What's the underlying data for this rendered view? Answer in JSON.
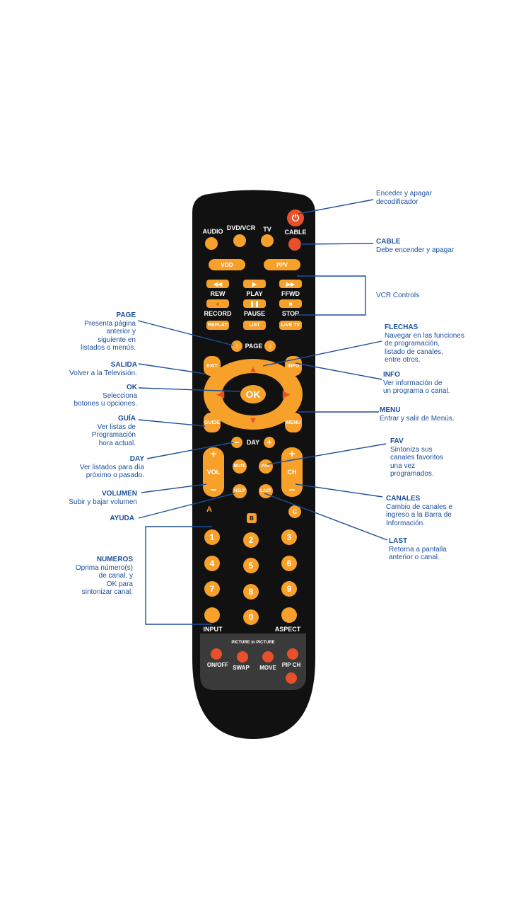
{
  "remote": {
    "top_labels": {
      "audio": "AUDIO",
      "dvd_vcr": "DVD/VCR",
      "tv": "TV",
      "cable": "CABLE"
    },
    "pills": {
      "vod": "VOD",
      "ppv": "PPV",
      "replay": "REPLAY",
      "list": "LIST",
      "live_tv": "LIVE TV"
    },
    "transport": {
      "rew": "REW",
      "play": "PLAY",
      "ffwd": "FFWD",
      "record": "RECORD",
      "pause": "PAUSE",
      "stop": "STOP"
    },
    "page": "PAGE",
    "nav": {
      "exit": "EXIT",
      "info": "INFO",
      "ok": "OK",
      "guide": "GUIDE",
      "menu": "MENU"
    },
    "day": "DAY",
    "vol": "VOL",
    "ch": "CH",
    "mute": "MUTE",
    "fav": "FAV",
    "help": "HELP",
    "last": "LAST",
    "abc": [
      "A",
      "B",
      "C"
    ],
    "numbers": [
      "1",
      "2",
      "3",
      "4",
      "5",
      "6",
      "7",
      "8",
      "9",
      "0"
    ],
    "input": "INPUT",
    "aspect": "ASPECT",
    "pip": {
      "title": "PICTURE in PICTURE",
      "on_off": "ON/OFF",
      "swap": "SWAP",
      "move": "MOVE",
      "pip_ch": "PIP CH"
    },
    "symbols": {
      "plus": "+",
      "minus": "−"
    }
  },
  "annotations": {
    "power": [
      "Enceder y apagar",
      "decodificador"
    ],
    "cable": {
      "title": "CABLE",
      "text": [
        "Debe encender y apagar"
      ]
    },
    "vcr": "VCR Controls",
    "page": {
      "title": "PAGE",
      "text": [
        "Presenta página",
        "anterior y",
        "siguiente en",
        "listados o menús."
      ]
    },
    "flechas": {
      "title": "FLECHAS",
      "text": [
        "Navegar en las funciones",
        "de programación,",
        "listado de canales,",
        "entre otros."
      ]
    },
    "salida": {
      "title": "SALIDA",
      "text": [
        "Volver a la Televisión."
      ]
    },
    "info": {
      "title": "INFO",
      "text": [
        "Ver información de",
        "un programa o canal."
      ]
    },
    "ok": {
      "title": "OK",
      "text": [
        "Selecciona",
        "botones u opciones."
      ]
    },
    "guia": {
      "title": "GUÍA",
      "text": [
        "Ver listas de",
        "Programación",
        "hora actual."
      ]
    },
    "menu": {
      "title": "MENU",
      "text": [
        "Entrar y salir de Menús."
      ]
    },
    "fav": {
      "title": "FAV",
      "text": [
        "Sintoniza sus",
        "canales favoritos",
        "una vez",
        "programados."
      ]
    },
    "day": {
      "title": "DAY",
      "text": [
        "Ver listados para día",
        "próximo o pasado."
      ]
    },
    "volumen": {
      "title": "VOLUMEN",
      "text": [
        "Subir y bajar volumen"
      ]
    },
    "canales": {
      "title": "CANALES",
      "text": [
        "Cambio de canales e",
        "ingreso a la Barra de",
        "Información."
      ]
    },
    "ayuda": {
      "title": "AYUDA"
    },
    "last": {
      "title": "LAST",
      "text": [
        "Retorna a pantalla",
        "anterior o canal."
      ]
    },
    "numeros": {
      "title": "NUMEROS",
      "text": [
        "Oprima número(s)",
        "de canal, y",
        "OK para",
        "sintonizar canal."
      ]
    }
  },
  "colors": {
    "remote_body": "#111111",
    "button": "#f7a02a",
    "button_red": "#e8502a",
    "annotation_text": "#1b4f9c",
    "pip_panel": "#3a3a3a"
  }
}
